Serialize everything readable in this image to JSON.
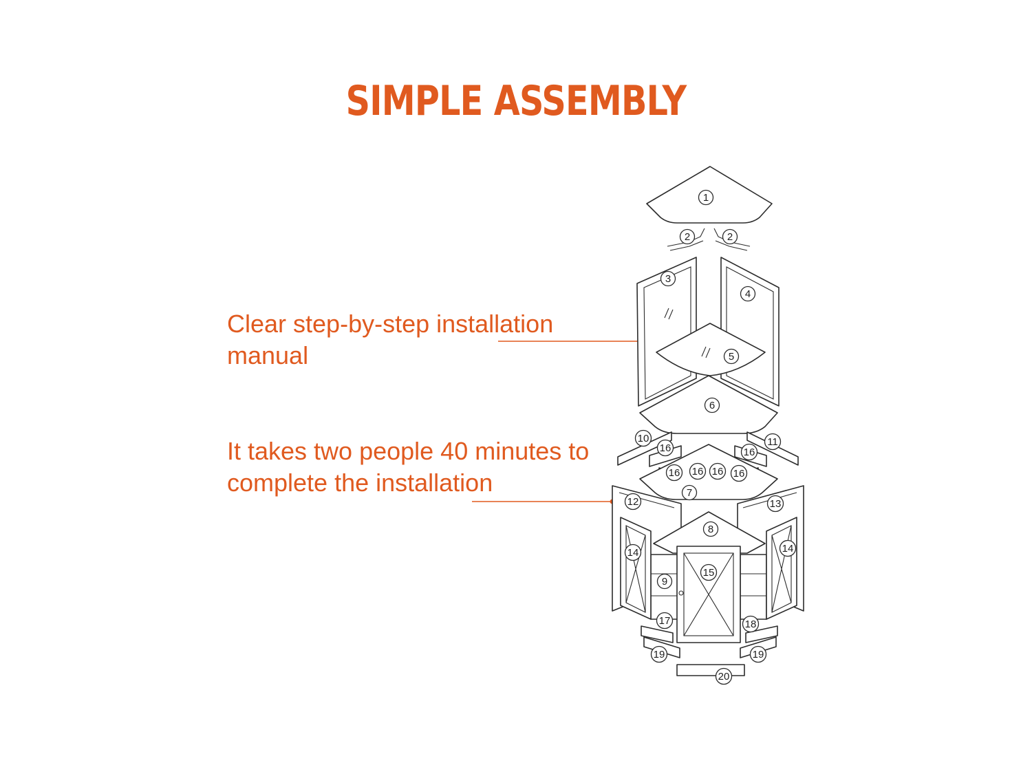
{
  "title": "SIMPLE ASSEMBLY",
  "callouts": [
    {
      "text": "Clear step-by-step installation manual"
    },
    {
      "text": "It takes two people 40 minutes to complete the installation"
    }
  ],
  "part_labels": [
    "1",
    "2",
    "2",
    "3",
    "4",
    "5",
    "6",
    "7",
    "8",
    "9",
    "10",
    "11",
    "12",
    "13",
    "14",
    "14",
    "15",
    "16",
    "16",
    "16",
    "16",
    "16",
    "16",
    "17",
    "18",
    "19",
    "19",
    "20"
  ],
  "colors": {
    "accent": "#e05a1f",
    "line": "#2b2b2b",
    "background": "#ffffff"
  }
}
